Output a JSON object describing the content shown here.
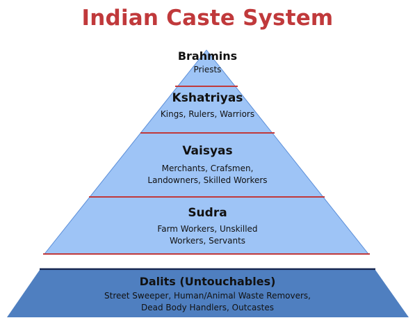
{
  "title": "Indian Caste System",
  "colors": {
    "title": "#c0393b",
    "pyramid_fill": "#9ec4f6",
    "pyramid_stroke": "#5b8ed8",
    "divider": "#c0393b",
    "base_fill": "#4f7fc0",
    "base_border": "#1a2b55"
  },
  "tiers": [
    {
      "name": "Brahmins",
      "description": [
        "Priests"
      ]
    },
    {
      "name": "Kshatriyas",
      "description": [
        "Kings, Rulers, Warriors"
      ]
    },
    {
      "name": "Vaisyas",
      "description": [
        "Merchants, Crafsmen,",
        "Landowners, Skilled Workers"
      ]
    },
    {
      "name": "Sudra",
      "description": [
        "Farm Workers, Unskilled",
        "Workers, Servants"
      ]
    }
  ],
  "base": {
    "name": "Dalits (Untouchables)",
    "description": [
      "Street Sweeper, Human/Animal Waste Removers,",
      "Dead Body Handlers, Outcastes"
    ]
  }
}
